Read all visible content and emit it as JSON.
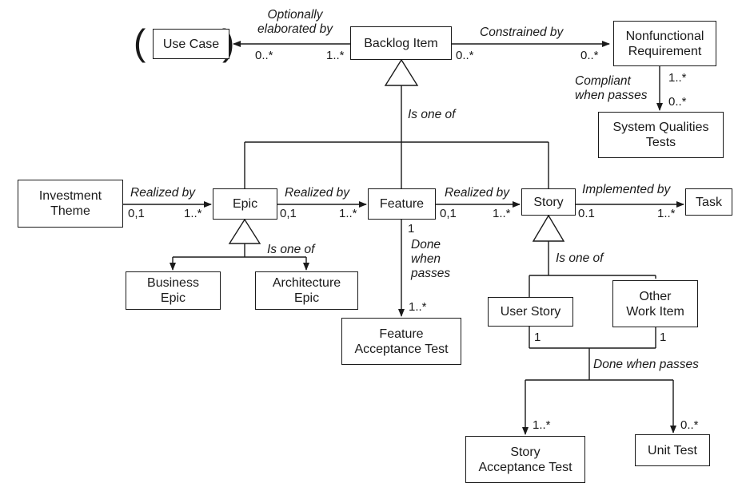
{
  "boxes": {
    "use_case": "Use Case",
    "backlog_item": "Backlog Item",
    "nonfunctional_requirement": "Nonfunctional\nRequirement",
    "system_qualities_tests": "System Qualities\nTests",
    "investment_theme": "Investment\nTheme",
    "epic": "Epic",
    "feature": "Feature",
    "story": "Story",
    "task": "Task",
    "business_epic": "Business\nEpic",
    "architecture_epic": "Architecture\nEpic",
    "feature_acceptance_test": "Feature\nAcceptance Test",
    "user_story": "User Story",
    "other_work_item": "Other\nWork Item",
    "story_acceptance_test": "Story\nAcceptance Test",
    "unit_test": "Unit Test"
  },
  "labels": {
    "optionally_elaborated_by": "Optionally\nelaborated by",
    "constrained_by": "Constrained by",
    "compliant_when_passes": "Compliant\nwhen passes",
    "is_one_of_top": "Is one of",
    "realized_by_1": "Realized by",
    "realized_by_2": "Realized by",
    "realized_by_3": "Realized by",
    "implemented_by": "Implemented by",
    "is_one_of_epic": "Is one of",
    "done_when_passes_feature": "Done\nwhen\npasses",
    "is_one_of_story": "Is one of",
    "done_when_passes_story": "Done when passes"
  },
  "multiplicities": {
    "usecase_side": "0..*",
    "backlog_left": "1..*",
    "backlog_right": "0..*",
    "nfr_left": "0..*",
    "nfr_bottom": "1..*",
    "sqt_top": "0..*",
    "theme_right": "0,1",
    "epic_left": "1..*",
    "epic_right": "0,1",
    "feature_left": "1..*",
    "feature_right": "0,1",
    "feature_bottom": "1",
    "fat_top": "1..*",
    "story_left": "1..*",
    "story_right": "0.1",
    "task_left": "1..*",
    "user_story_bottom": "1",
    "other_work_bottom": "1",
    "sat_top": "1..*",
    "unit_test_top": "0..*"
  }
}
